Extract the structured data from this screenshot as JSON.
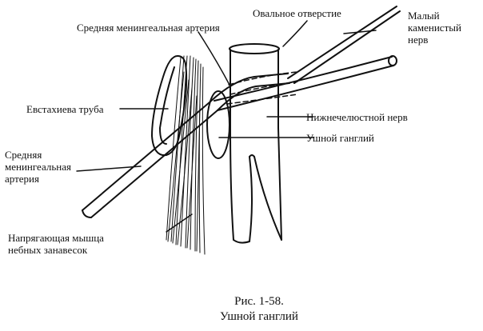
{
  "labels": {
    "oval_foramen": "Овальное отверстие",
    "lesser_petrosal_1": "Малый",
    "lesser_petrosal_2": "каменистый",
    "lesser_petrosal_3": "нерв",
    "middle_meningeal_top": "Средняя менингеальная артерия",
    "eustachian_tube": "Евстахиева труба",
    "mandibular_nerve": "Нижнечелюстной нерв",
    "otic_ganglion": "Ушной ганглий",
    "middle_meningeal_left_1": "Средняя",
    "middle_meningeal_left_2": "менингеальная",
    "middle_meningeal_left_3": "артерия",
    "tensor_muscle_1": "Напрягающая мышца",
    "tensor_muscle_2": "небных занавесок"
  },
  "caption": {
    "figure": "Рис. 1-58.",
    "title": "Ушной ганглий"
  }
}
